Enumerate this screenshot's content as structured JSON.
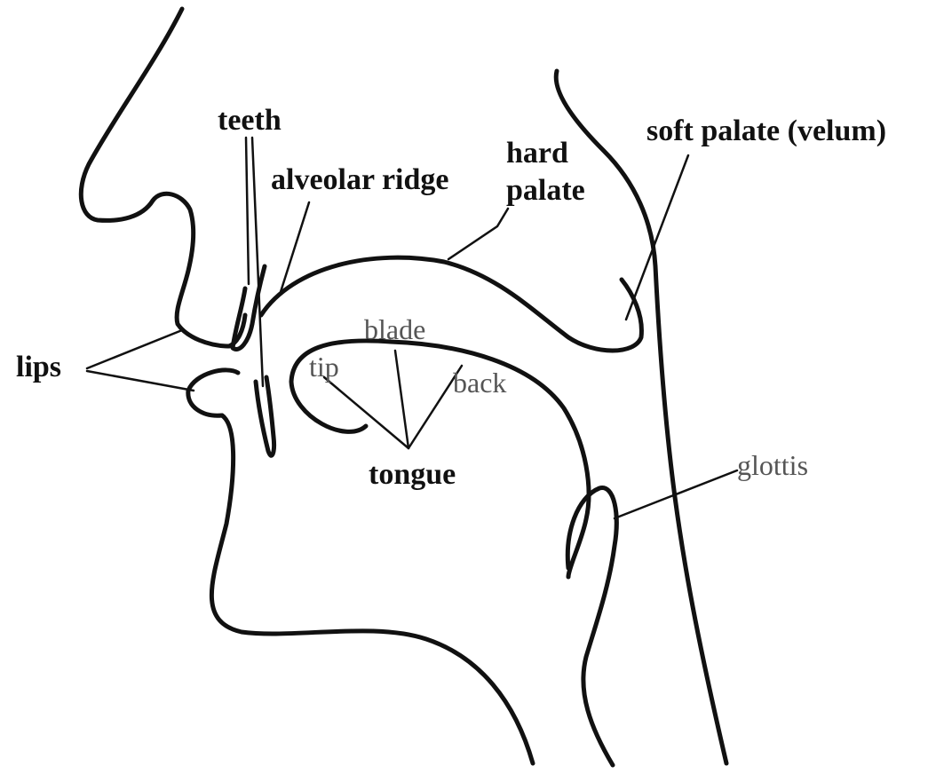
{
  "labels": {
    "teeth": "teeth",
    "alveolar_ridge": "alveolar ridge",
    "hard_palate_line1": "hard",
    "hard_palate_line2": "palate",
    "soft_palate": "soft palate (velum)",
    "lips": "lips",
    "blade": "blade",
    "tip": "tip",
    "back": "back",
    "tongue": "tongue",
    "glottis": "glottis"
  },
  "colors": {
    "ink": "#111111",
    "light_label": "#555555",
    "background": "#ffffff"
  }
}
